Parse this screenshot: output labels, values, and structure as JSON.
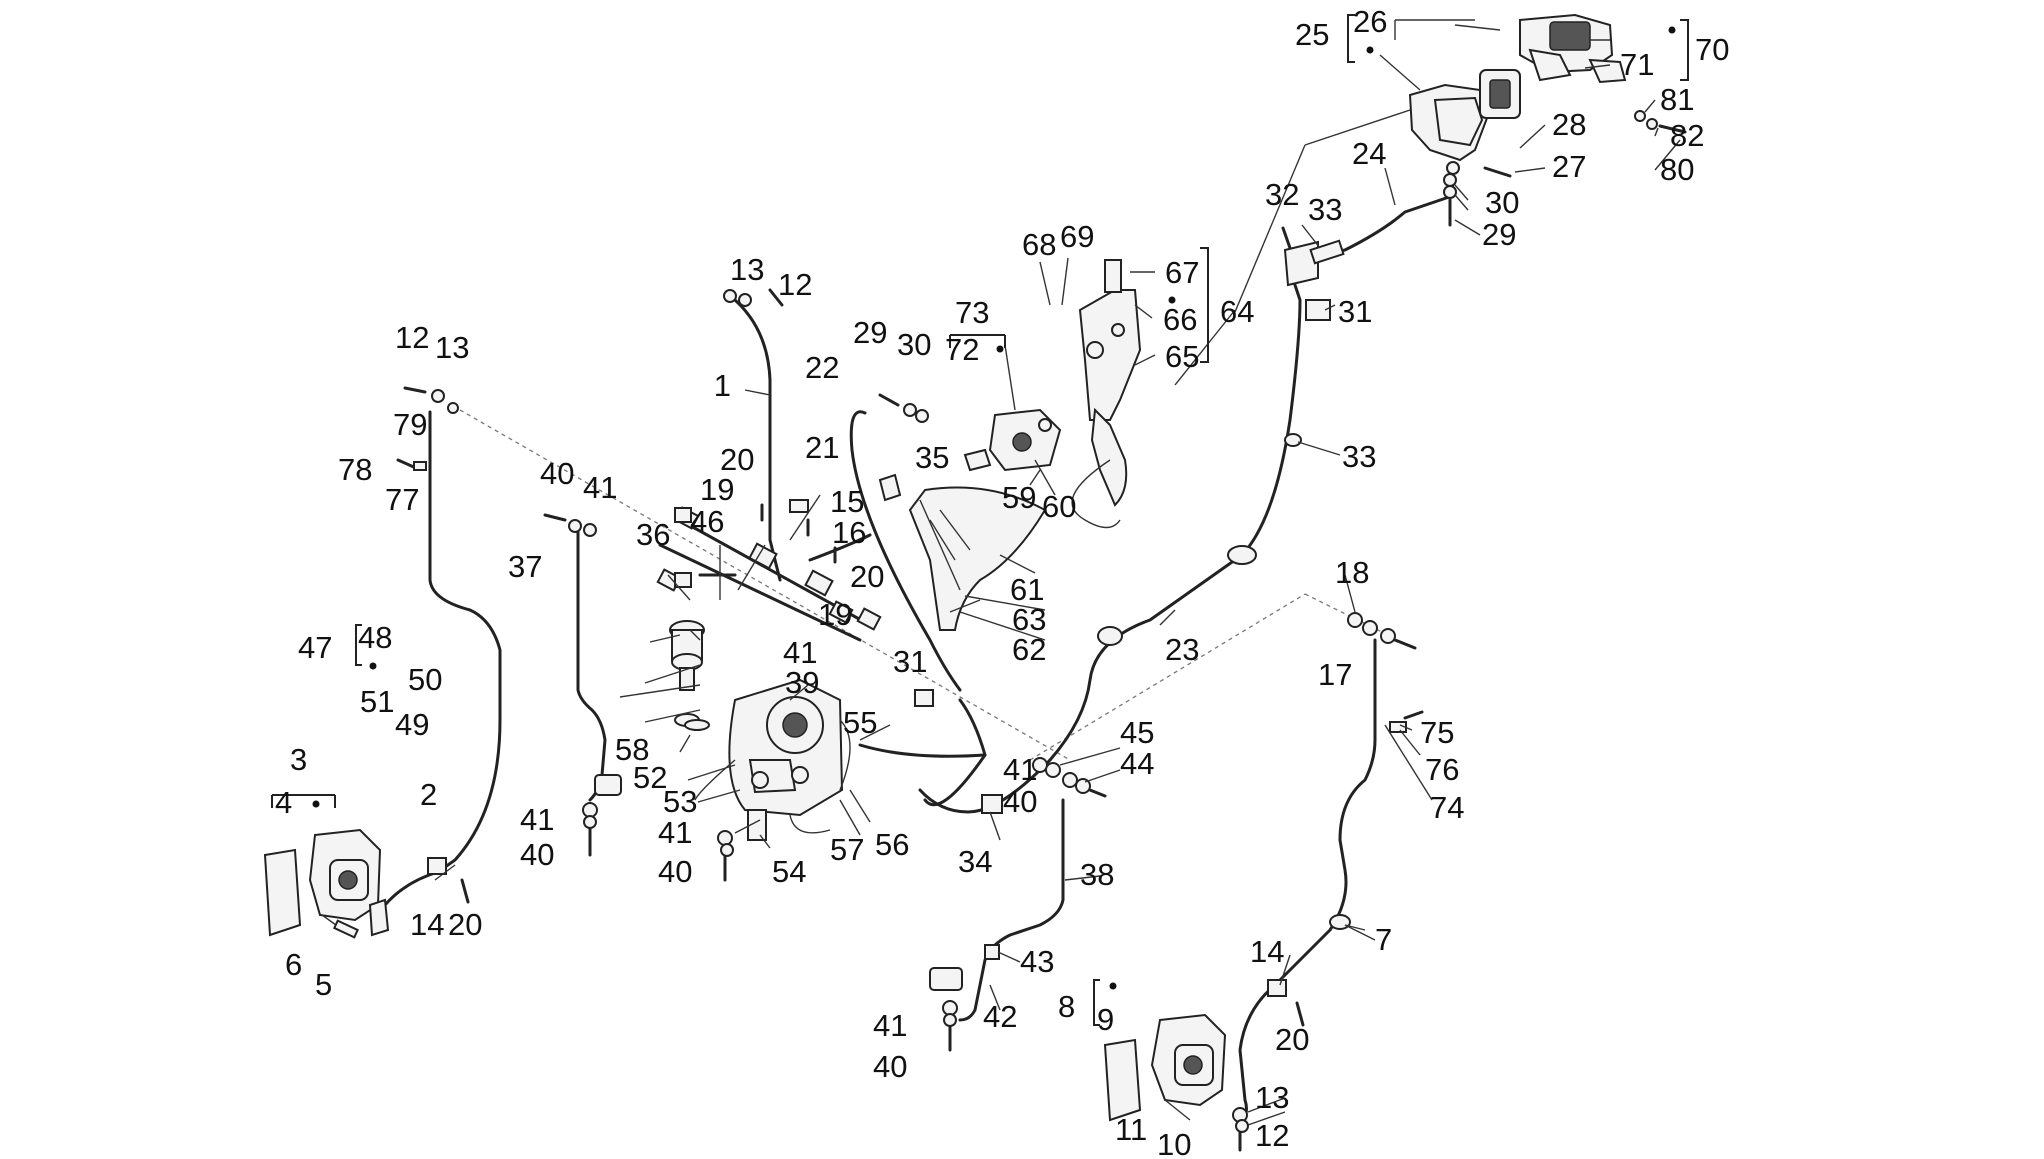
{
  "diagram": {
    "labels": [
      {
        "id": "l1",
        "text": "1"
      },
      {
        "id": "l2",
        "text": "2"
      },
      {
        "id": "l3",
        "text": "3"
      },
      {
        "id": "l4",
        "text": "4"
      },
      {
        "id": "l5",
        "text": "5"
      },
      {
        "id": "l6",
        "text": "6"
      },
      {
        "id": "l7",
        "text": "7"
      },
      {
        "id": "l8",
        "text": "8"
      },
      {
        "id": "l9",
        "text": "9"
      },
      {
        "id": "l10",
        "text": "10"
      },
      {
        "id": "l11",
        "text": "11"
      },
      {
        "id": "l12a",
        "text": "12"
      },
      {
        "id": "l12b",
        "text": "12"
      },
      {
        "id": "l12c",
        "text": "12"
      },
      {
        "id": "l13a",
        "text": "13"
      },
      {
        "id": "l13b",
        "text": "13"
      },
      {
        "id": "l13c",
        "text": "13"
      },
      {
        "id": "l14a",
        "text": "14"
      },
      {
        "id": "l14b",
        "text": "14"
      },
      {
        "id": "l15",
        "text": "15"
      },
      {
        "id": "l16",
        "text": "16"
      },
      {
        "id": "l17",
        "text": "17"
      },
      {
        "id": "l18",
        "text": "18"
      },
      {
        "id": "l19a",
        "text": "19"
      },
      {
        "id": "l19b",
        "text": "19"
      },
      {
        "id": "l20a",
        "text": "20"
      },
      {
        "id": "l20b",
        "text": "20"
      },
      {
        "id": "l20c",
        "text": "20"
      },
      {
        "id": "l20d",
        "text": "20"
      },
      {
        "id": "l21",
        "text": "21"
      },
      {
        "id": "l22",
        "text": "22"
      },
      {
        "id": "l23",
        "text": "23"
      },
      {
        "id": "l24",
        "text": "24"
      },
      {
        "id": "l25",
        "text": "25"
      },
      {
        "id": "l26",
        "text": "26"
      },
      {
        "id": "l27",
        "text": "27"
      },
      {
        "id": "l28",
        "text": "28"
      },
      {
        "id": "l29a",
        "text": "29"
      },
      {
        "id": "l29b",
        "text": "29"
      },
      {
        "id": "l30a",
        "text": "30"
      },
      {
        "id": "l30b",
        "text": "30"
      },
      {
        "id": "l31a",
        "text": "31"
      },
      {
        "id": "l31b",
        "text": "31"
      },
      {
        "id": "l32",
        "text": "32"
      },
      {
        "id": "l33a",
        "text": "33"
      },
      {
        "id": "l33b",
        "text": "33"
      },
      {
        "id": "l34",
        "text": "34"
      },
      {
        "id": "l35",
        "text": "35"
      },
      {
        "id": "l36",
        "text": "36"
      },
      {
        "id": "l37",
        "text": "37"
      },
      {
        "id": "l38",
        "text": "38"
      },
      {
        "id": "l39",
        "text": "39"
      },
      {
        "id": "l40a",
        "text": "40"
      },
      {
        "id": "l40b",
        "text": "40"
      },
      {
        "id": "l40c",
        "text": "40"
      },
      {
        "id": "l40d",
        "text": "40"
      },
      {
        "id": "l40e",
        "text": "40"
      },
      {
        "id": "l41a",
        "text": "41"
      },
      {
        "id": "l41b",
        "text": "41"
      },
      {
        "id": "l41c",
        "text": "41"
      },
      {
        "id": "l41d",
        "text": "41"
      },
      {
        "id": "l41e",
        "text": "41"
      },
      {
        "id": "l41f",
        "text": "41"
      },
      {
        "id": "l42",
        "text": "42"
      },
      {
        "id": "l43",
        "text": "43"
      },
      {
        "id": "l44",
        "text": "44"
      },
      {
        "id": "l45",
        "text": "45"
      },
      {
        "id": "l46",
        "text": "46"
      },
      {
        "id": "l47",
        "text": "47"
      },
      {
        "id": "l48",
        "text": "48"
      },
      {
        "id": "l49",
        "text": "49"
      },
      {
        "id": "l50",
        "text": "50"
      },
      {
        "id": "l51",
        "text": "51"
      },
      {
        "id": "l52",
        "text": "52"
      },
      {
        "id": "l53",
        "text": "53"
      },
      {
        "id": "l54",
        "text": "54"
      },
      {
        "id": "l55",
        "text": "55"
      },
      {
        "id": "l56",
        "text": "56"
      },
      {
        "id": "l57",
        "text": "57"
      },
      {
        "id": "l58",
        "text": "58"
      },
      {
        "id": "l59",
        "text": "59"
      },
      {
        "id": "l60",
        "text": "60"
      },
      {
        "id": "l61",
        "text": "61"
      },
      {
        "id": "l62",
        "text": "62"
      },
      {
        "id": "l63",
        "text": "63"
      },
      {
        "id": "l64",
        "text": "64"
      },
      {
        "id": "l65",
        "text": "65"
      },
      {
        "id": "l66",
        "text": "66"
      },
      {
        "id": "l67",
        "text": "67"
      },
      {
        "id": "l68",
        "text": "68"
      },
      {
        "id": "l69",
        "text": "69"
      },
      {
        "id": "l70",
        "text": "70"
      },
      {
        "id": "l71",
        "text": "71"
      },
      {
        "id": "l72",
        "text": "72"
      },
      {
        "id": "l73",
        "text": "73"
      },
      {
        "id": "l74",
        "text": "74"
      },
      {
        "id": "l75",
        "text": "75"
      },
      {
        "id": "l76",
        "text": "76"
      },
      {
        "id": "l77",
        "text": "77"
      },
      {
        "id": "l78",
        "text": "78"
      },
      {
        "id": "l79",
        "text": "79"
      },
      {
        "id": "l80",
        "text": "80"
      },
      {
        "id": "l81",
        "text": "81"
      },
      {
        "id": "l82",
        "text": "82"
      }
    ]
  }
}
